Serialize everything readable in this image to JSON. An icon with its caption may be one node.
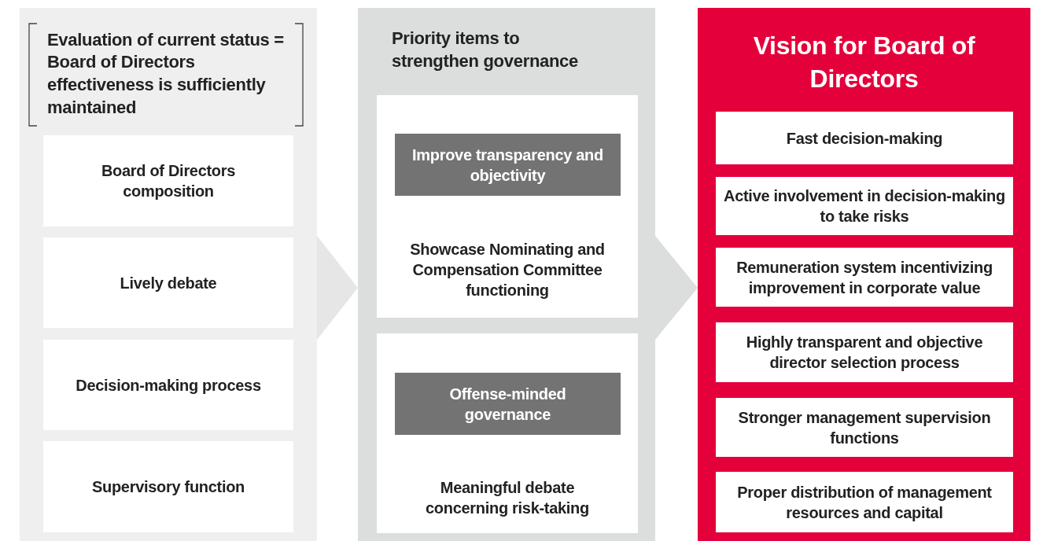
{
  "diagram": {
    "nodes": [
      {
        "text": [
          "Evaluation of current status = Board of Directors effectiveness is sufficiently maintained"
        ]
      },
      {
        "text": [
          "Board of Directors composition"
        ],
        "in": 0
      },
      {
        "text": [
          "Lively debate"
        ],
        "in": 0
      },
      {
        "text": [
          "Decision-making process"
        ],
        "in": 0
      },
      {
        "text": [
          "Supervisory function"
        ],
        "in": 0
      },
      {
        "text": [
          "Priority items to strengthen governance"
        ]
      },
      {
        "text": [
          "Showcase Nominating and Compensation Committee functioning"
        ],
        "in": 5
      },
      {
        "text": [
          "Improve transparency and objectivity"
        ],
        "in": 6
      },
      {
        "text": [
          "Meaningful debate concerning risk-taking"
        ],
        "in": 5
      },
      {
        "text": [
          "Offense-minded governance"
        ],
        "in": 8
      },
      {
        "text": [
          "Vision for Board of Directors"
        ]
      },
      {
        "text": [
          "Fast decision-making"
        ],
        "in": 10
      },
      {
        "text": [
          "Active involvement in decision-making to take risks"
        ],
        "in": 10
      },
      {
        "text": [
          "Remuneration system incentivizing improvement in corporate value"
        ],
        "in": 10
      },
      {
        "text": [
          "Highly transparent and objective director selection process"
        ],
        "in": 10
      },
      {
        "text": [
          "Stronger management supervision functions"
        ],
        "in": 10
      },
      {
        "text": [
          "Proper distribution of management resources and capital"
        ],
        "in": 10
      }
    ],
    "edges": [
      {
        "from": 0,
        "to": 5,
        "arrow": "to"
      },
      {
        "from": 5,
        "to": 10,
        "arrow": "to"
      }
    ]
  }
}
